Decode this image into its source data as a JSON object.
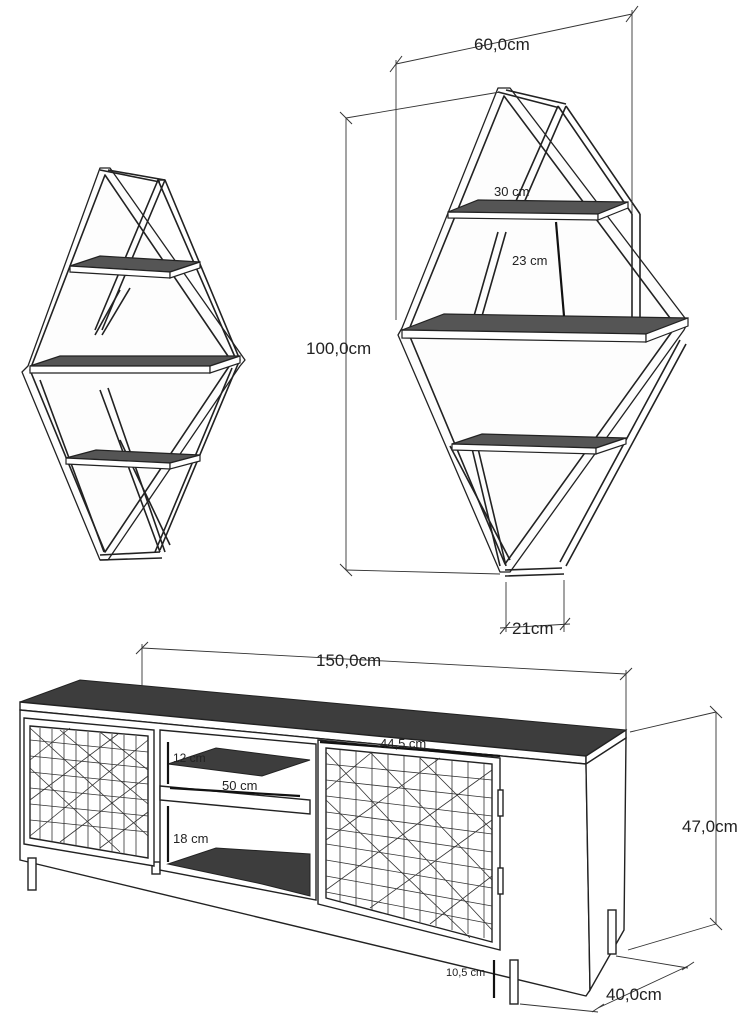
{
  "labels": {
    "shelf_width": "60,0cm",
    "shelf_height": "100,0cm",
    "shelf_depth": "21cm",
    "shelf_board": "30 cm",
    "shelf_gap": "23 cm",
    "tv_width": "150,0cm",
    "tv_height": "47,0cm",
    "tv_depth": "40,0cm",
    "door_width": "44,5 cm",
    "niche_width": "50 cm",
    "niche_top": "12 cm",
    "niche_bottom": "18 cm",
    "leg_height": "10,5 cm"
  }
}
